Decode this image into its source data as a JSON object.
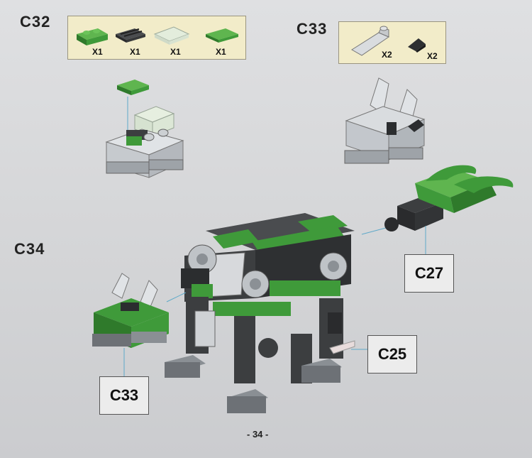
{
  "steps": {
    "c32": {
      "label": "C32",
      "parts": [
        "X1",
        "X1",
        "X1",
        "X1"
      ]
    },
    "c33": {
      "label": "C33",
      "parts": [
        "X2",
        "X2"
      ]
    },
    "c34": {
      "label": "C34"
    }
  },
  "callouts": {
    "c27": "C27",
    "c25": "C25",
    "c33": "C33"
  },
  "page_number": "- 34 -",
  "colors": {
    "green": "#3f9a3a",
    "dark": "#3c3e40",
    "light": "#c9cdd2",
    "paper": "#d6d7d9",
    "parts_bg": "#f2ecc9"
  }
}
